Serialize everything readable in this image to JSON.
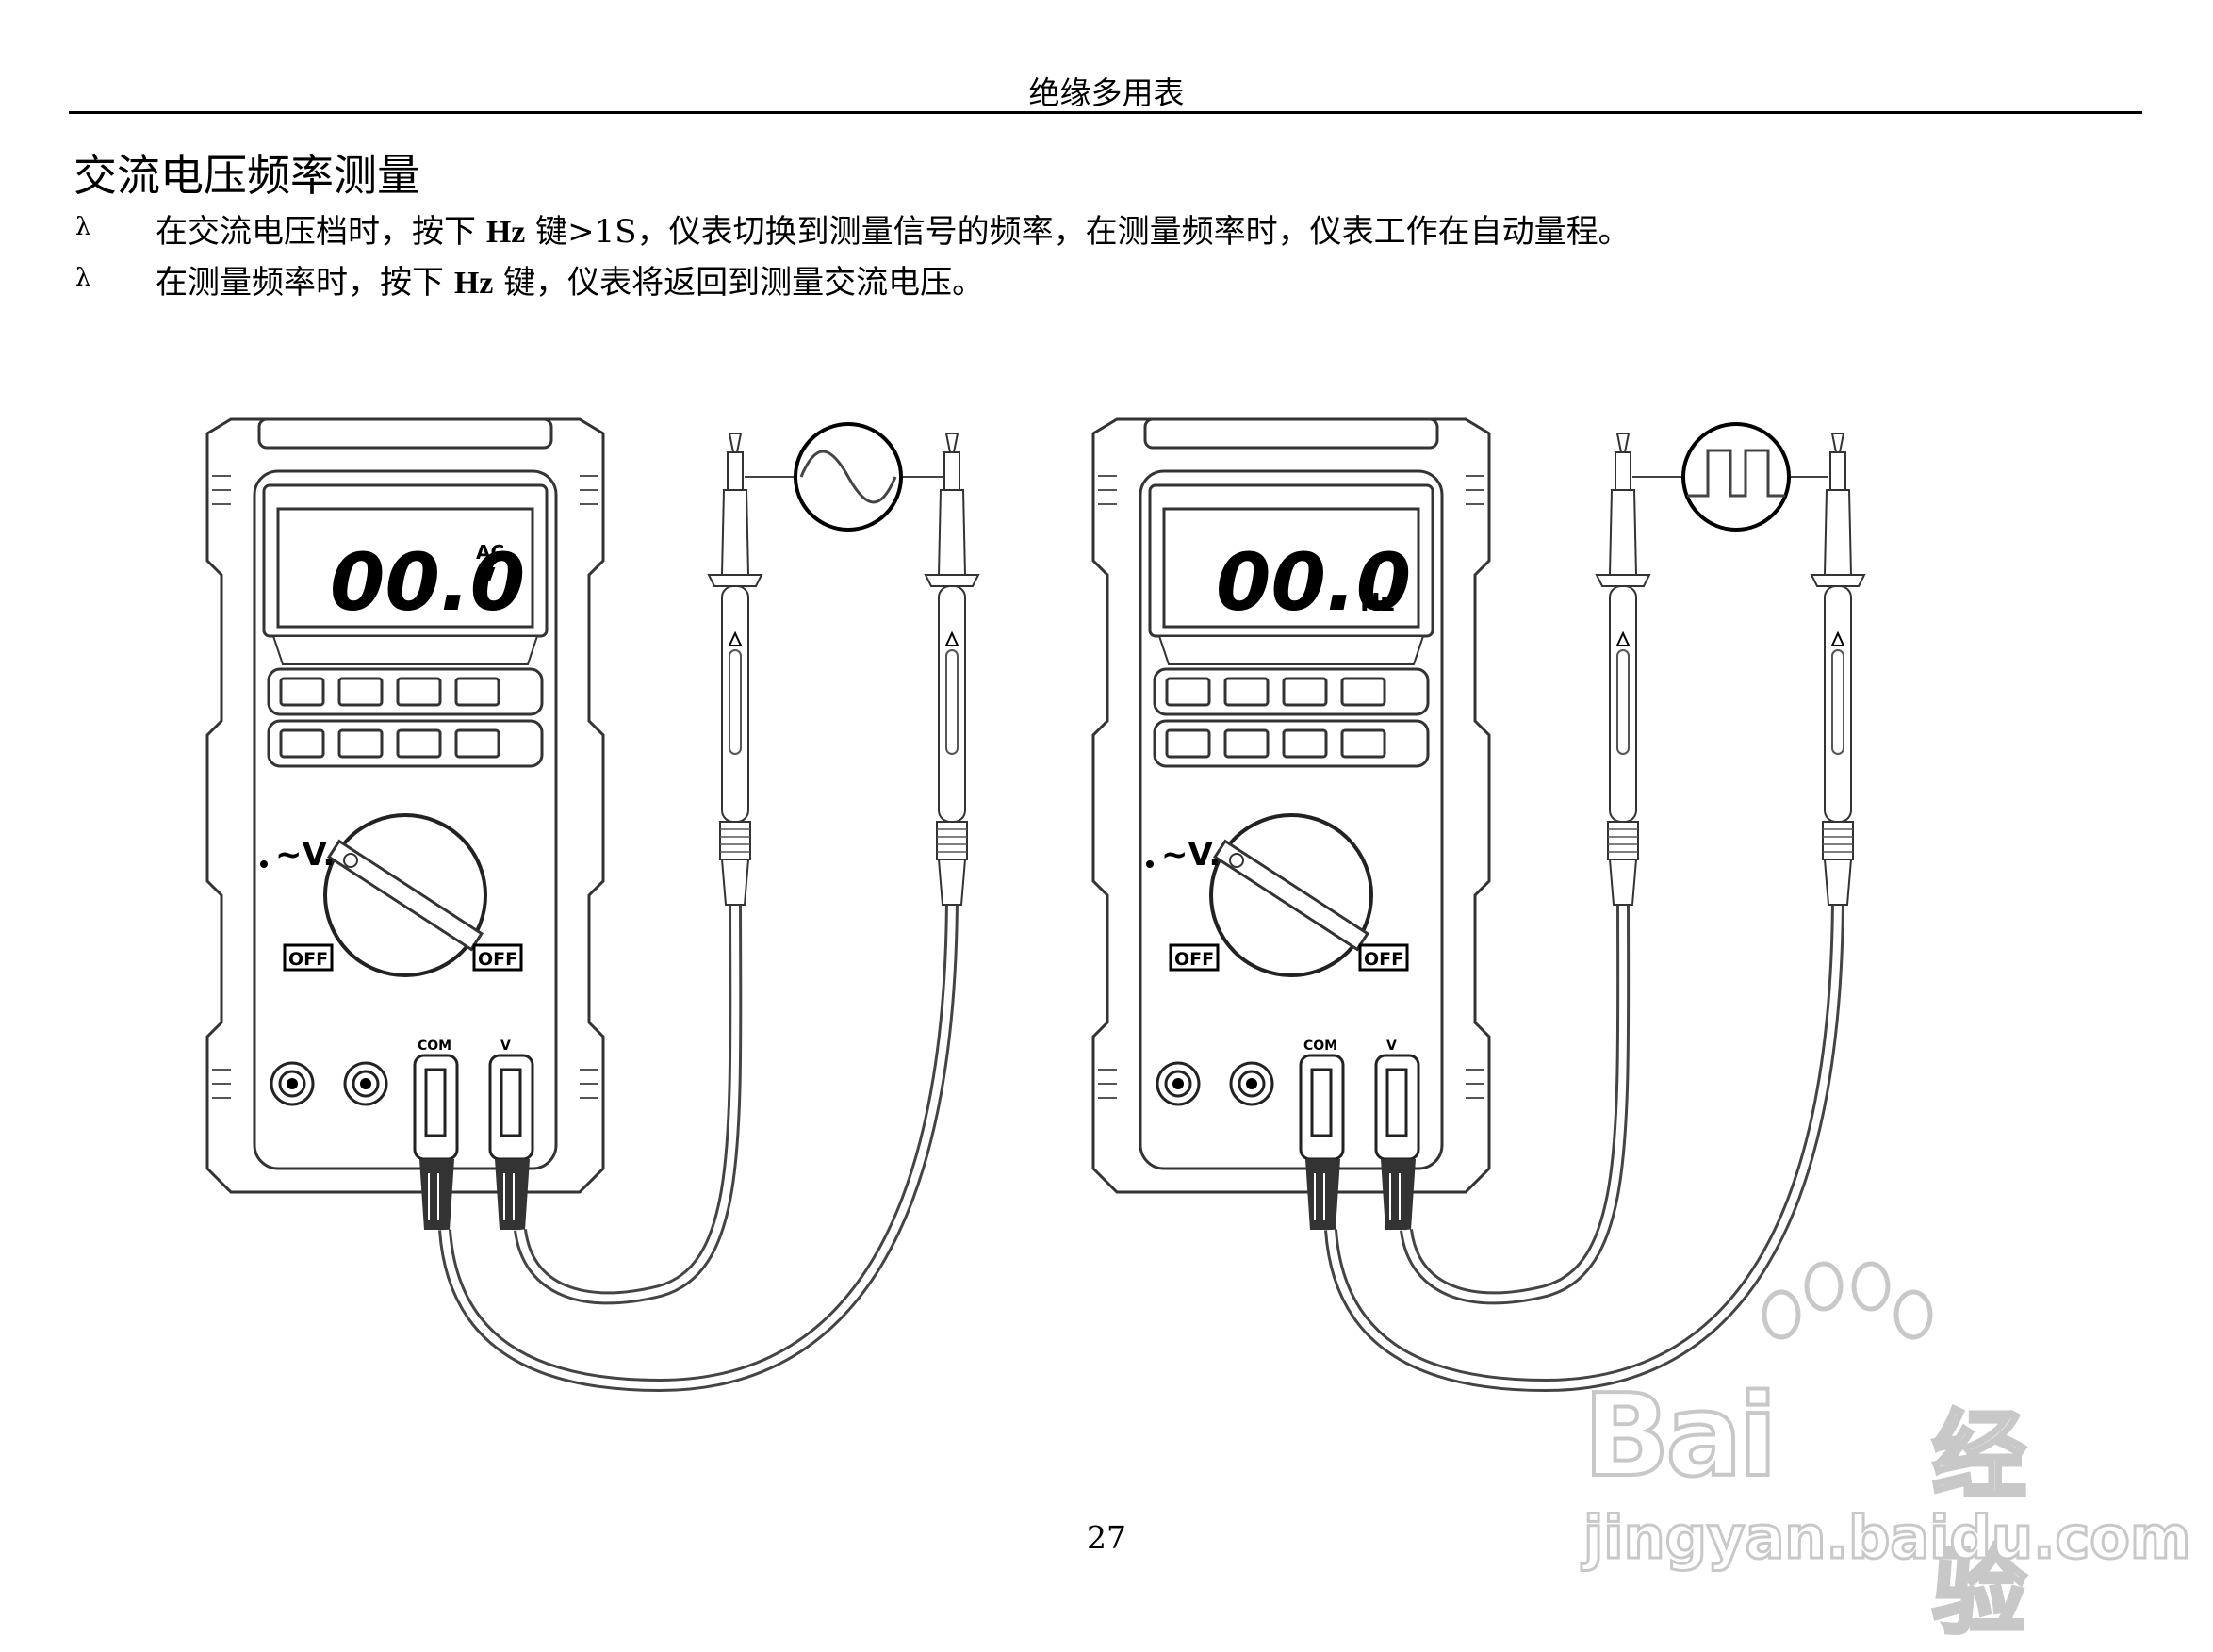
{
  "header": {
    "title": "绝缘多用表"
  },
  "section": {
    "title": "交流电压频率测量"
  },
  "bullets": [
    {
      "mark": "λ",
      "pre": "在交流电压档时，按下 ",
      "key": "Hz",
      "post": " 键>1S，仪表切换到测量信号的频率，在测量频率时，仪表工作在自动量程。"
    },
    {
      "mark": "λ",
      "pre": "在测量频率时，按下 ",
      "key": "Hz",
      "post": " 键，仪表将返回到测量交流电压。"
    }
  ],
  "meter_left": {
    "display": "00.0",
    "unit_top": "AC",
    "unit_bottom": "V",
    "dial_label": "~V.",
    "off_left": "OFF",
    "off_right": "OFF",
    "jack_com": "COM",
    "jack_v": "V",
    "signal": "sine"
  },
  "meter_right": {
    "display": "00.0",
    "unit": "Hz",
    "dial_label": "~V.",
    "off_left": "OFF",
    "off_right": "OFF",
    "jack_com": "COM",
    "jack_v": "V",
    "signal": "square"
  },
  "page_number": "27",
  "watermark": {
    "brand": "Bai",
    "brand2": "经验",
    "url": "jingyan.baidu.com"
  }
}
